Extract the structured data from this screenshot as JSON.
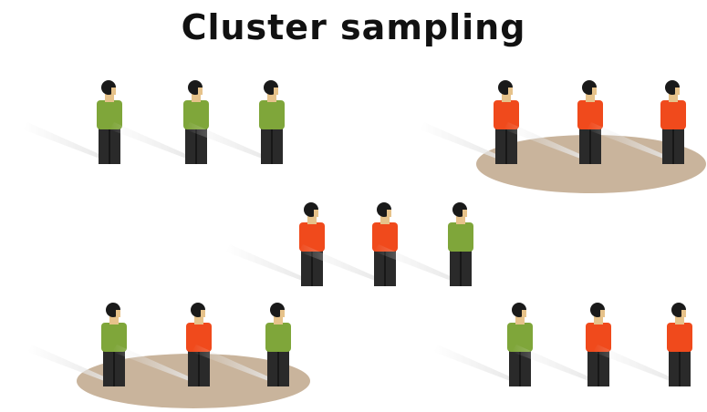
{
  "title": "Cluster sampling",
  "colors": {
    "selected_shirt": "#f04a1c",
    "unselected_shirt": "#7fa63a",
    "pants": "#2a2a2a",
    "skin": "#e6c28a",
    "hair": "#1a1a1a",
    "cluster_ellipse": "#c9b49c",
    "shadow": "#e6e6e6"
  },
  "clusters": [
    {
      "id": "top-left",
      "selected": false,
      "people": [
        "unselected",
        "unselected",
        "unselected"
      ]
    },
    {
      "id": "top-right",
      "selected": true,
      "people": [
        "selected",
        "selected",
        "selected"
      ]
    },
    {
      "id": "middle",
      "selected": false,
      "people": [
        "selected",
        "selected",
        "unselected"
      ]
    },
    {
      "id": "bottom-left",
      "selected": true,
      "people": [
        "unselected",
        "selected",
        "unselected"
      ]
    },
    {
      "id": "bottom-right",
      "selected": false,
      "people": [
        "unselected",
        "selected",
        "selected"
      ]
    }
  ]
}
